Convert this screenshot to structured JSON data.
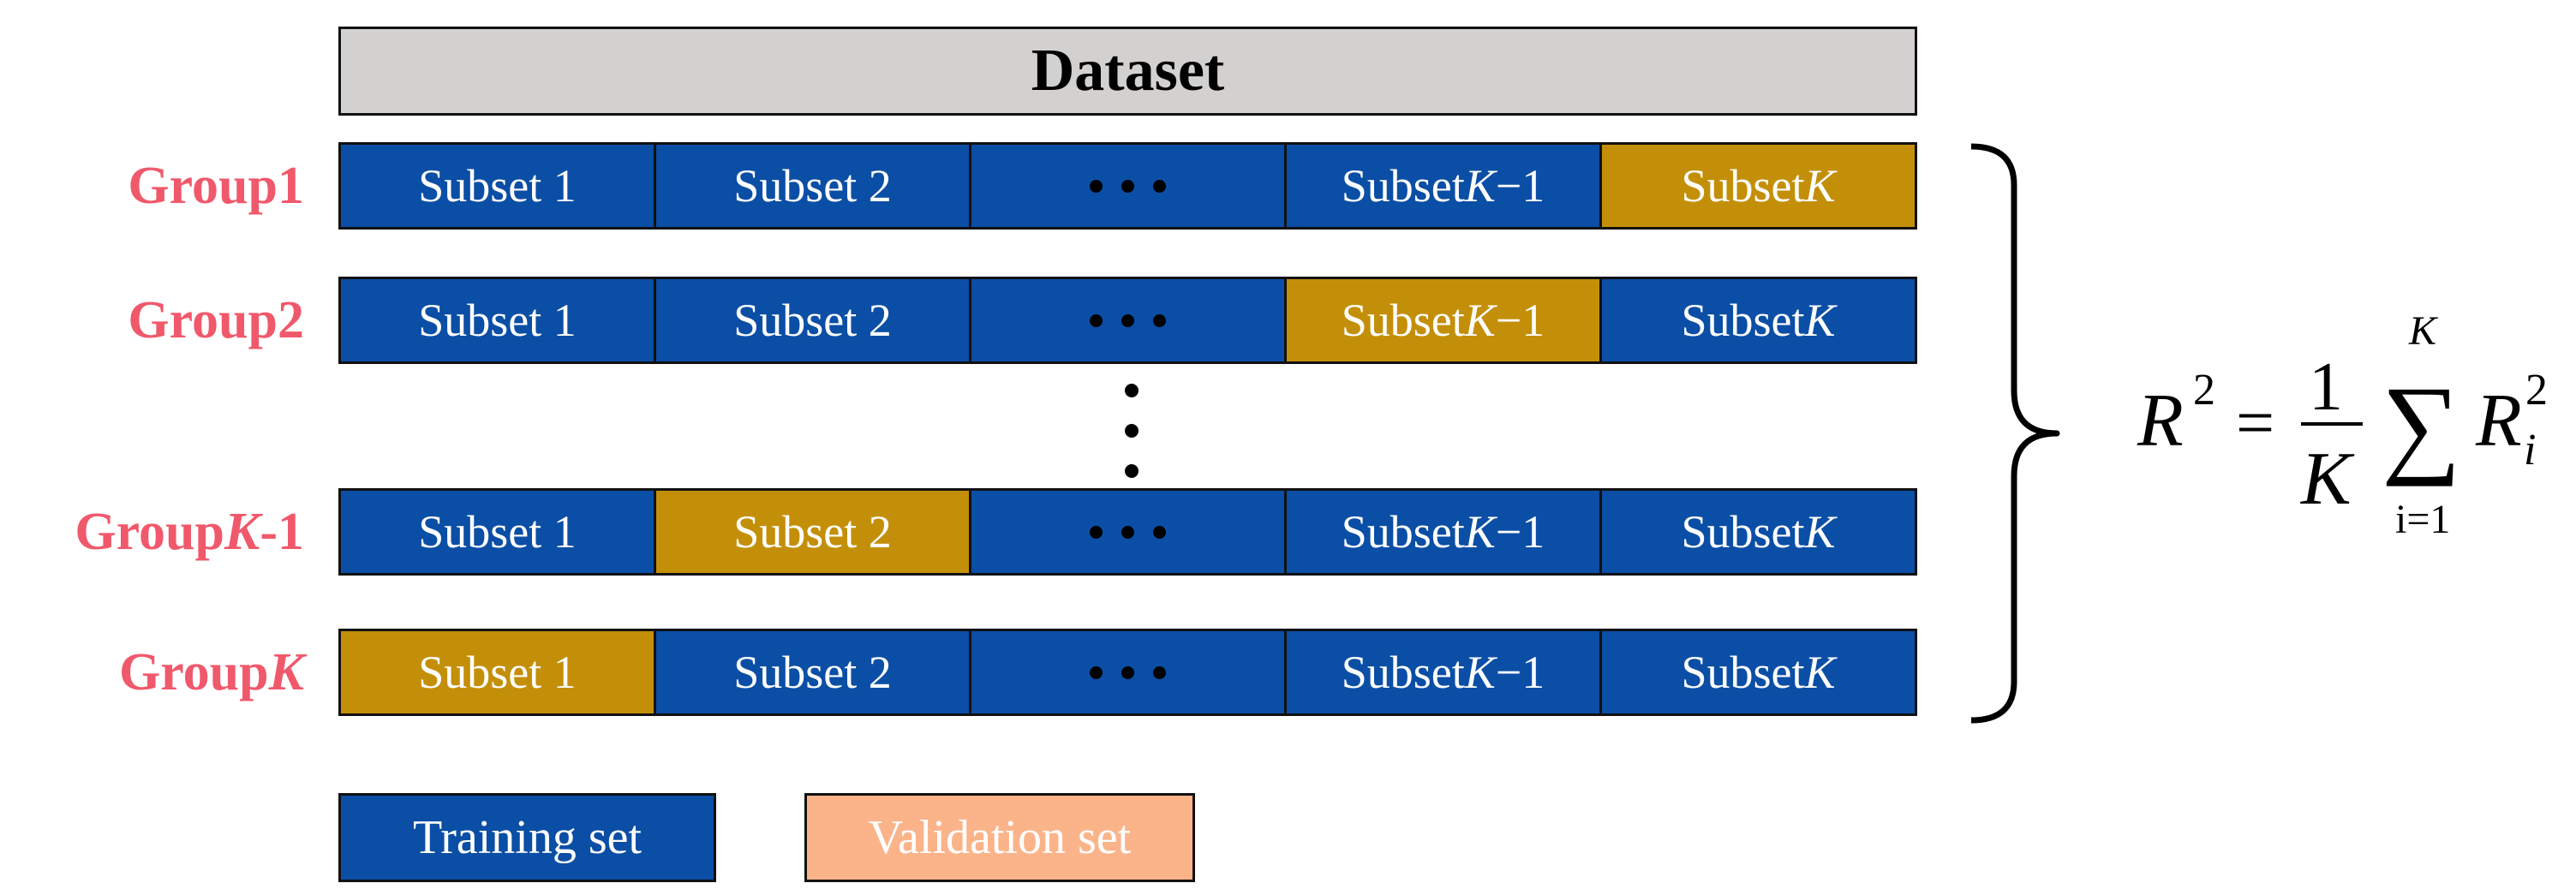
{
  "dataset_label": "Dataset",
  "groups": [
    {
      "prefix": "Group ",
      "italic": "",
      "suffix": "1",
      "cells": [
        {
          "type": "train",
          "text": "Subset 1"
        },
        {
          "type": "train",
          "text": "Subset 2"
        },
        {
          "type": "dots",
          "text": ""
        },
        {
          "type": "train",
          "text": "Subset ",
          "italic": "K",
          "tail": "−1"
        },
        {
          "type": "valid",
          "text": "Subset ",
          "italic": "K",
          "tail": ""
        }
      ]
    },
    {
      "prefix": "Group ",
      "italic": "",
      "suffix": "2",
      "cells": [
        {
          "type": "train",
          "text": "Subset 1"
        },
        {
          "type": "train",
          "text": "Subset 2"
        },
        {
          "type": "dots",
          "text": ""
        },
        {
          "type": "valid",
          "text": "Subset ",
          "italic": "K",
          "tail": "−1"
        },
        {
          "type": "train",
          "text": "Subset ",
          "italic": "K",
          "tail": ""
        }
      ]
    },
    {
      "prefix": "Group ",
      "italic": "K",
      "suffix": "-1",
      "cells": [
        {
          "type": "train",
          "text": "Subset 1"
        },
        {
          "type": "valid",
          "text": "Subset 2"
        },
        {
          "type": "dots",
          "text": ""
        },
        {
          "type": "train",
          "text": "Subset ",
          "italic": "K",
          "tail": "−1"
        },
        {
          "type": "train",
          "text": "Subset ",
          "italic": "K",
          "tail": ""
        }
      ]
    },
    {
      "prefix": "Group ",
      "italic": "K",
      "suffix": "",
      "cells": [
        {
          "type": "valid",
          "text": "Subset 1"
        },
        {
          "type": "train",
          "text": "Subset 2"
        },
        {
          "type": "dots",
          "text": ""
        },
        {
          "type": "train",
          "text": "Subset ",
          "italic": "K",
          "tail": "−1"
        },
        {
          "type": "train",
          "text": "Subset ",
          "italic": "K",
          "tail": ""
        }
      ]
    }
  ],
  "formula": {
    "lhs": "R",
    "lhs_sup": "2",
    "equals": "=",
    "numerator": "1",
    "denominator": "K",
    "sum_upper": "K",
    "sum_lower": "i=1",
    "term": "R",
    "term_sub": "i",
    "term_sup": "2"
  },
  "legend": {
    "training": "Training set",
    "validation": "Validation set"
  },
  "colors": {
    "training": "#0b4ea5",
    "validation_cell": "#c48f08",
    "validation_legend": "#fbb48a",
    "group_label": "#f0596b",
    "dataset_bar": "#d3d0d0"
  }
}
